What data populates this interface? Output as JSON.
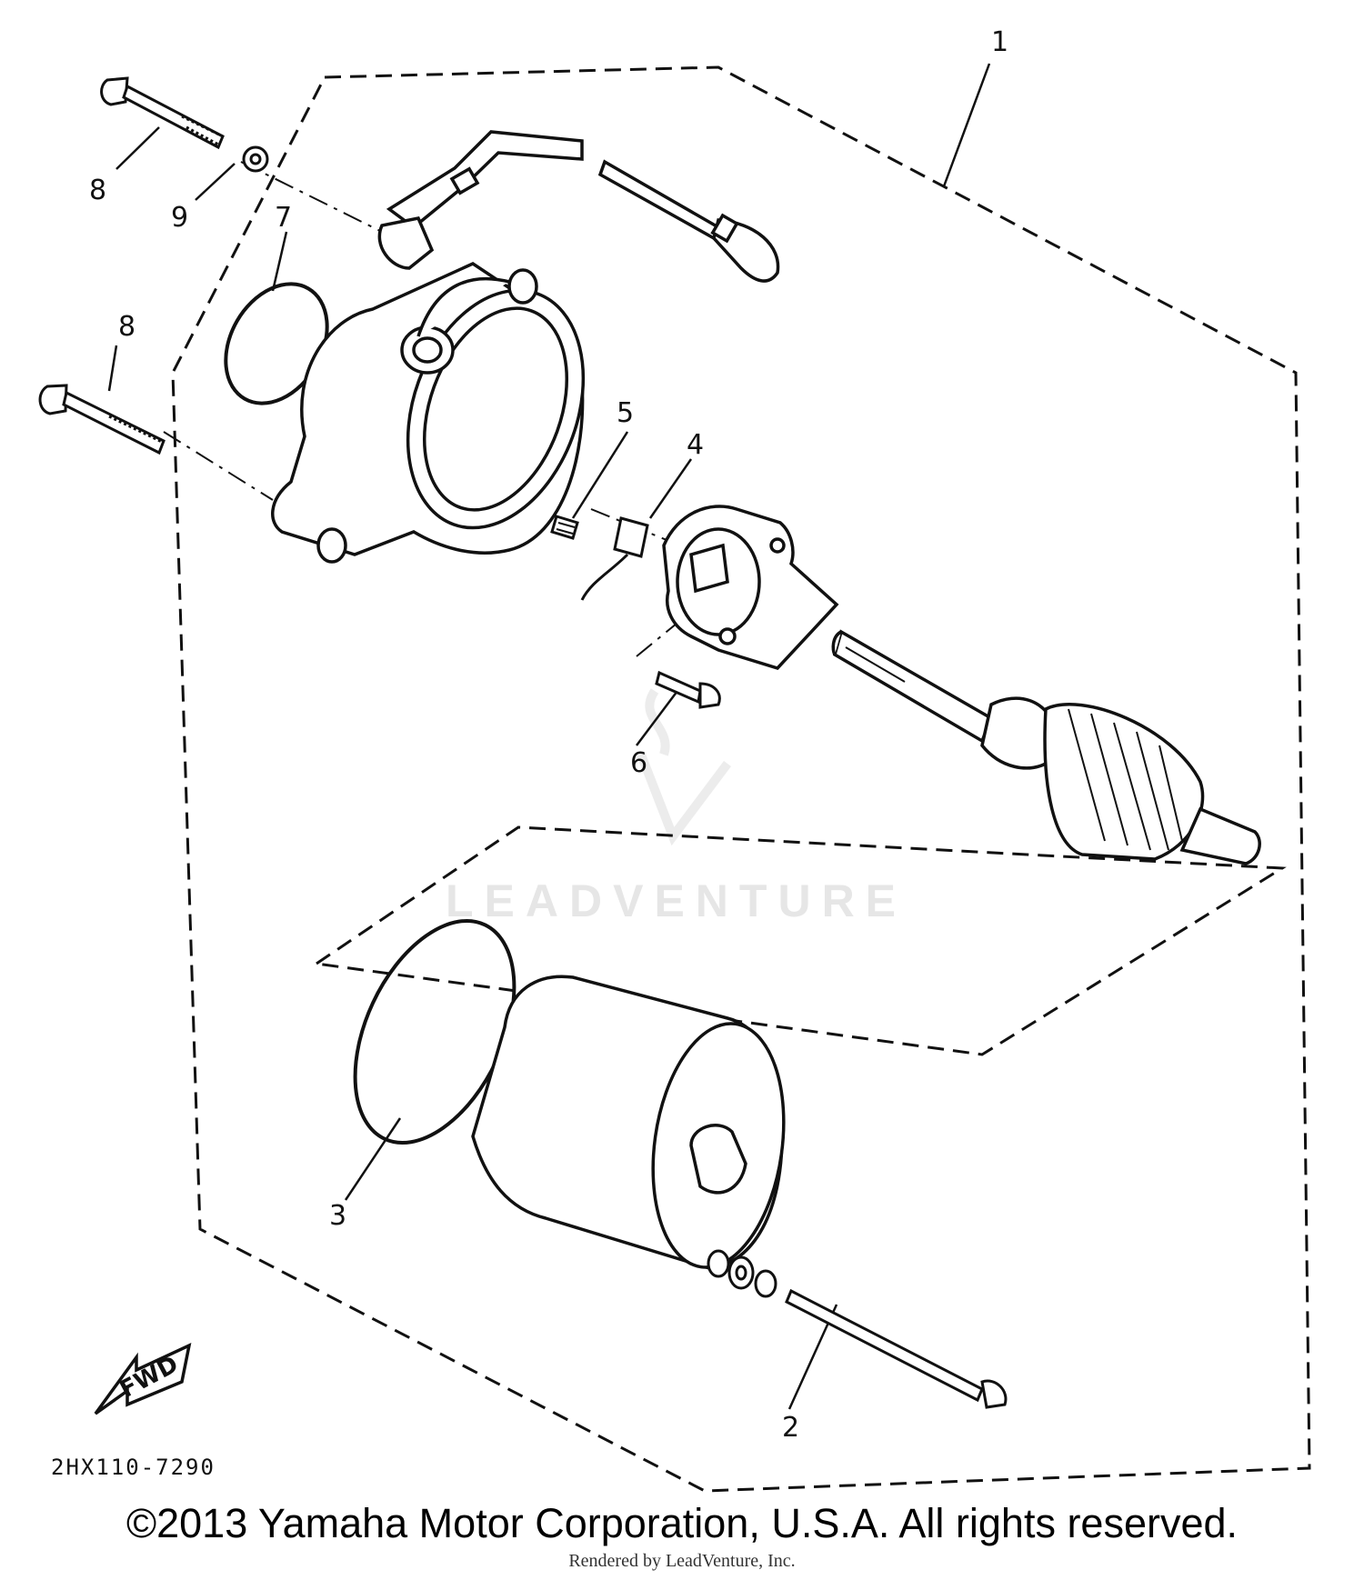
{
  "callouts": {
    "c1": "1",
    "c2": "2",
    "c3": "3",
    "c4": "4",
    "c5": "5",
    "c6": "6",
    "c7": "7",
    "c8a": "8",
    "c8b": "8",
    "c9": "9"
  },
  "fwd_label": "FWD",
  "diagram_code": "2HX110-7290",
  "watermark": "LEADVENTURE",
  "copyright": "©2013 Yamaha Motor Corporation, U.S.A. All rights reserved.",
  "rendered_by": "Rendered by LeadVenture, Inc."
}
